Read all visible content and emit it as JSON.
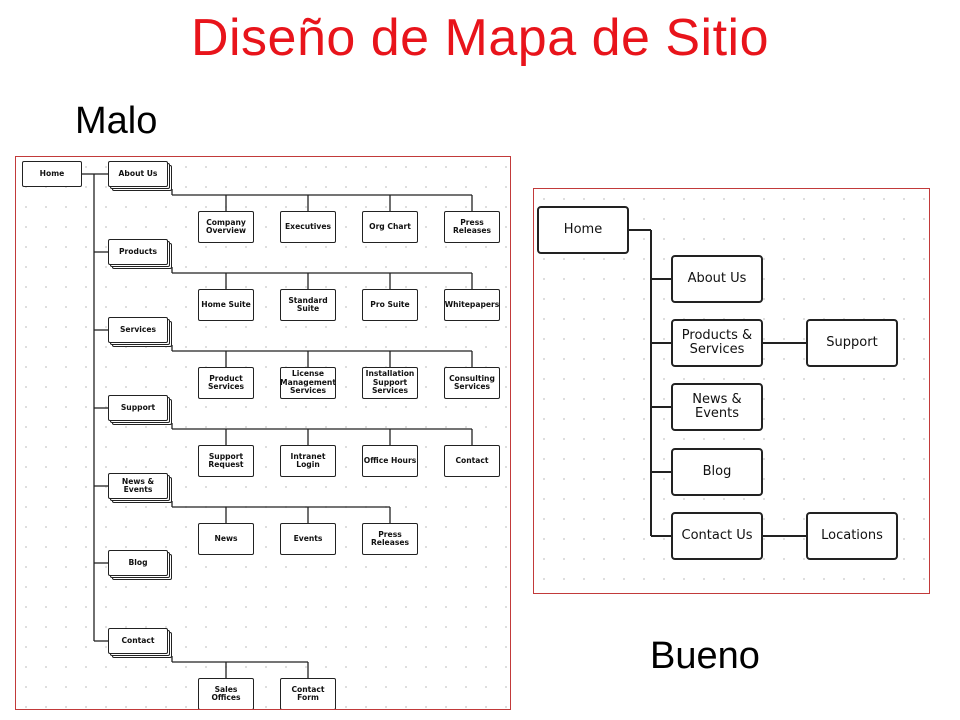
{
  "title": "Diseño de Mapa de Sitio",
  "label_bad": "Malo",
  "label_good": "Bueno",
  "bad": {
    "home": "Home",
    "sections": [
      {
        "label": "About Us",
        "children": [
          "Company\nOverview",
          "Executives",
          "Org Chart",
          "Press\nReleases"
        ]
      },
      {
        "label": "Products",
        "children": [
          "Home Suite",
          "Standard\nSuite",
          "Pro Suite",
          "Whitepapers"
        ]
      },
      {
        "label": "Services",
        "children": [
          "Product\nServices",
          "License\nManagement\nServices",
          "Installation\nSupport\nServices",
          "Consulting\nServices"
        ]
      },
      {
        "label": "Support",
        "children": [
          "Support\nRequest",
          "Intranet\nLogin",
          "Office Hours",
          "Contact"
        ]
      },
      {
        "label": "News &\nEvents",
        "children": [
          "News",
          "Events",
          "Press\nReleases"
        ]
      },
      {
        "label": "Blog",
        "children": []
      },
      {
        "label": "Contact",
        "children": [
          "Sales Offices",
          "Contact\nForm"
        ]
      }
    ]
  },
  "good": {
    "home": "Home",
    "sections": [
      {
        "label": "About Us",
        "child": ""
      },
      {
        "label": "Products &\nServices",
        "child": "Support"
      },
      {
        "label": "News &\nEvents",
        "child": ""
      },
      {
        "label": "Blog",
        "child": ""
      },
      {
        "label": "Contact Us",
        "child": "Locations"
      }
    ]
  }
}
